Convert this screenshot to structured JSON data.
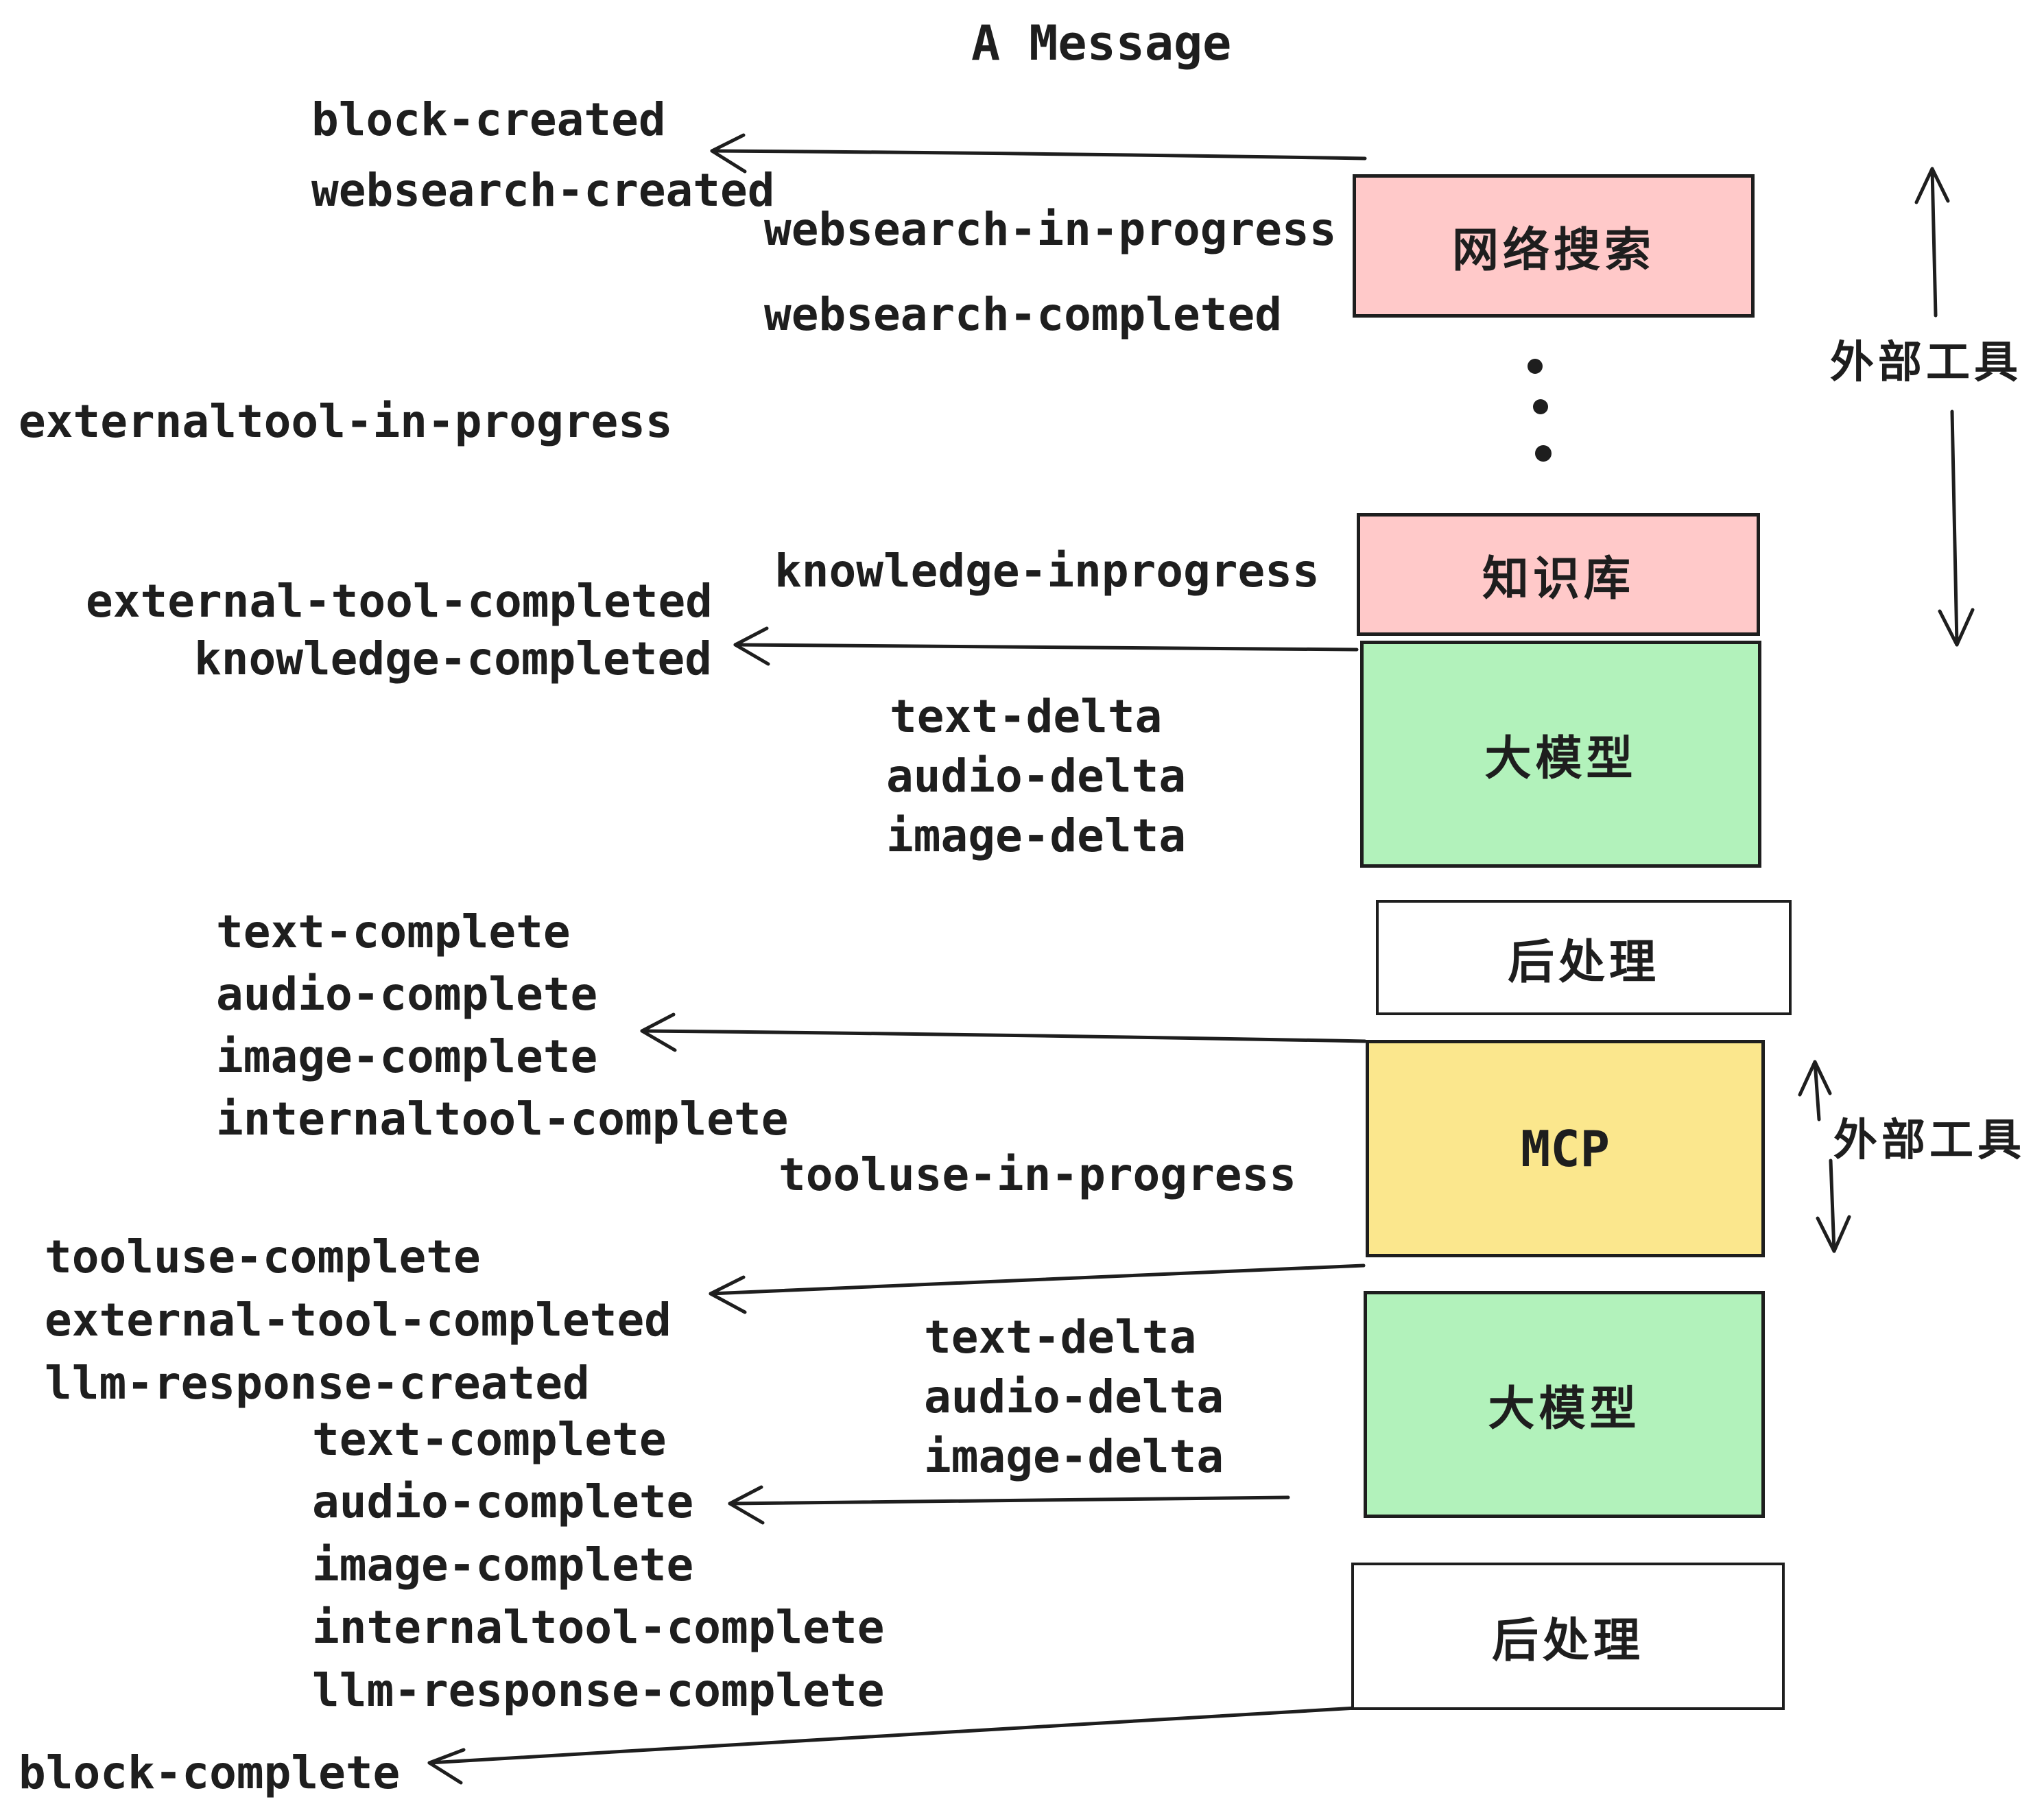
{
  "diagram": {
    "title": "A Message",
    "events": {
      "block_created": "block-created",
      "websearch_created": "websearch-created",
      "websearch_in_progress": "websearch-in-progress",
      "websearch_completed": "websearch-completed",
      "externaltool_in_progress": "externaltool-in-progress",
      "knowledge_inprogress": "knowledge-inprogress",
      "external_tool_completed": "external-tool-completed",
      "knowledge_completed": "knowledge-completed",
      "text_delta": "text-delta",
      "audio_delta": "audio-delta",
      "image_delta": "image-delta",
      "text_complete": "text-complete",
      "audio_complete": "audio-complete",
      "image_complete": "image-complete",
      "internaltool_complete": "internaltool-complete",
      "tooluse_in_progress": "tooluse-in-progress",
      "tooluse_complete": "tooluse-complete",
      "llm_response_created": "llm-response-created",
      "llm_response_complete": "llm-response-complete",
      "block_complete": "block-complete"
    },
    "boxes": {
      "websearch": "网络搜索",
      "knowledge": "知识库",
      "llm": "大模型",
      "post_process": "后处理",
      "mcp": "MCP"
    },
    "annotations": {
      "external_tools": "外部工具"
    },
    "colors": {
      "ink": "#1E1E1E",
      "pink": "#FFC9C9",
      "green": "#B2F2BB",
      "yellow": "#FBE78D",
      "white": "#FFFFFF"
    }
  }
}
